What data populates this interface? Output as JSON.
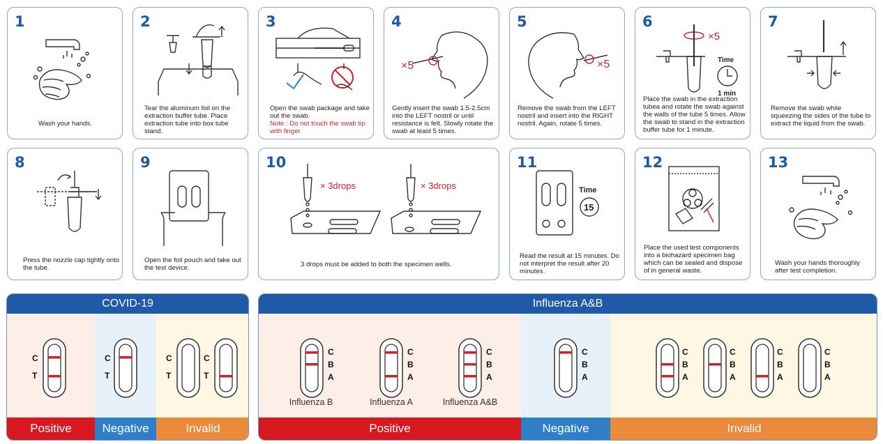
{
  "steps": [
    {
      "num": "1",
      "caption": "Wash your hands."
    },
    {
      "num": "2",
      "caption": "Tear the aluminum foil on the extraction buffer tube. Place extraction tube into box tube stand."
    },
    {
      "num": "3",
      "caption": "Open the swab package and take out the swab.",
      "note": "Note : Do not touch the swab tip with finger"
    },
    {
      "num": "4",
      "caption": "Gently insert the swab 1.5-2.5cm into the LEFT nostril or until resistance is felt. Slowly rotate the swab at least 5 times.",
      "mark": "×5"
    },
    {
      "num": "5",
      "caption": "Remove the swab from the LEFT nostril and insert into the RIGHT nostril. Again, rotate 5 times.",
      "mark": "×5"
    },
    {
      "num": "6",
      "caption": "Place the swab in the extraction tubea and rotate the swab against the walls of the tube 5 times. Allow the swab to stand in the extraction buffer tube for 1 minute.",
      "mark": "×5",
      "time_label": "Time",
      "time_value": "1 min"
    },
    {
      "num": "7",
      "caption": "Remove the swab while squeezing the sides of the tube to extract the liquid from the swab."
    },
    {
      "num": "8",
      "caption": "Press the nozzle cap tightly onto the tube."
    },
    {
      "num": "9",
      "caption": "Open the foil pouch and take out the test device."
    },
    {
      "num": "10",
      "caption": "3 drops must be added to both the specimen wells.",
      "drops_1": "× 3drops",
      "drops_2": "× 3drops"
    },
    {
      "num": "11",
      "caption": "Read the result at 15 minutes. Do not interpret the result after 20 minutes.",
      "time_label": "Time",
      "time_value": "15"
    },
    {
      "num": "12",
      "caption": "Place the used test components into a biohazard specimen bag which can be sealed and dispose of in general waste."
    },
    {
      "num": "13",
      "caption": "Wash your hands thoroughly after test completion."
    }
  ],
  "covid": {
    "title": "COVID-19",
    "line_c": "C",
    "line_t": "T",
    "positive": "Positive",
    "negative": "Negative",
    "invalid": "Invalid"
  },
  "flu": {
    "title": "Influenza A&B",
    "line_c": "C",
    "line_b": "B",
    "line_a": "A",
    "label_b": "Influenza B",
    "label_a": "Influenza A",
    "label_ab": "Influenza A&B",
    "positive": "Positive",
    "negative": "Negative",
    "invalid": "Invalid"
  },
  "colors": {
    "step_number": "#1f5aa6",
    "header": "#1f5aa6",
    "positive": "#d7191f",
    "negative": "#2f7fc8",
    "invalid": "#ec8a3c",
    "result_line": "#d21f2b",
    "note_text": "#d0242b"
  }
}
